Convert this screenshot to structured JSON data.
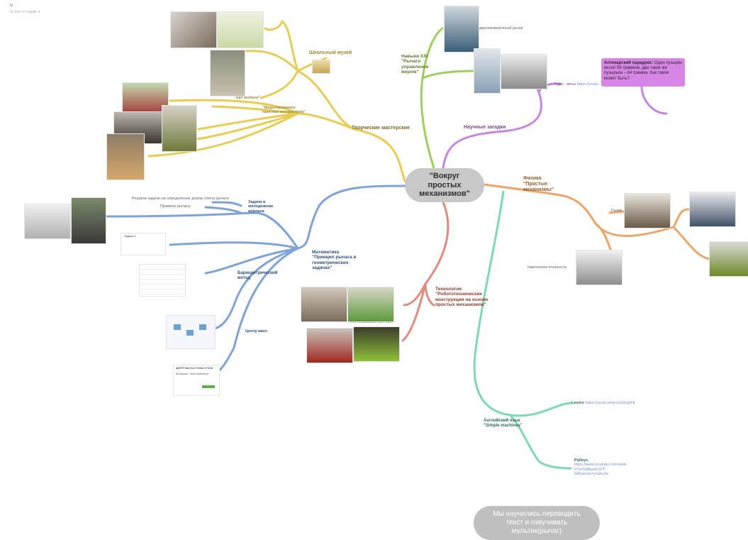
{
  "corner": {
    "line1": "Iv",
    "line2": "Iiv live or toggle it"
  },
  "center": {
    "line1": "\"Вокруг",
    "line2": "простых",
    "line3": "механизмов\""
  },
  "bottom_bubble": {
    "line1": "Мы научились переводить",
    "line2": "текст и озвучивать",
    "line3": "мультик(рычаг)"
  },
  "branches": {
    "creative": "Творческие мастерские",
    "museum": "Школьный музей",
    "art_mobile": "\"Арт мобиле\"",
    "modeling": {
      "line1": "\"Моделирование",
      "line2": "простых механизмов\""
    },
    "skills": {
      "line1": "Навыки XXI",
      "line2": "\"Рычаги",
      "line3": "управления",
      "line4": "миром\""
    },
    "double_lever": "двухпроверочный рычаг",
    "science_riddles": "Научные загадки",
    "wonder_scales": {
      "label": "Чудо - весы",
      "url": "https://youtu..."
    },
    "physics": {
      "line1": "Физика",
      "line2": "\"Простые",
      "line3": "механизмы\""
    },
    "lever": "Рычаг",
    "incline": "Наклонная плоскость",
    "math": {
      "line1": "Математика",
      "line2": "\"Принцип рычага в",
      "line3": "геометрических",
      "line4": "задачах\""
    },
    "tasks": {
      "line1": "Задачи в",
      "line2": "молодежном",
      "line3": "журнале"
    },
    "task_solve": "Решаем задачи на определение длины плеча рычага",
    "golden_rule": "Правило рычага",
    "barycentric": {
      "line1": "Барицентрический",
      "line2": "метод"
    },
    "mass_center": "Центр масс",
    "technology": {
      "line1": "Технология",
      "line2": "\"Робототехнические",
      "line3": "конструкции на основе",
      "line4": "простых механизмов\""
    },
    "using_lever": "Использование рычага",
    "english": {
      "line1": "Английский язык",
      "line2": "\"Simple machines\""
    },
    "levers": {
      "label": "Levers",
      "url": "https://youtu.be/g-y1b0xq0Hj"
    },
    "pulleys": {
      "label": "Pulleys",
      "url1": "https://www.youtube.com/watc",
      "url2": "h?v=1b8bphCIVT-",
      "url3": "6&feature=youtu.be"
    },
    "thumb_title": "Задача 1",
    "mass_center_doc": "ЦЕНТР МАССЫ ТОНКА УГОЛА",
    "mass_center_sub": "Вычислим - попе изменения"
  },
  "callout": {
    "bold": "Аптекарский парадокс:",
    "text": "Один пузырёк весил 56 граммов, два таких же пузырька – 64 грамма. Как такое может быть?"
  },
  "colors": {
    "creative": "#e6cc55",
    "skills": "#9ccf5c",
    "science": "#c685df",
    "physics": "#eba56b",
    "math": "#7fa3d9",
    "technology": "#e18a7d",
    "english": "#7ed8b8",
    "center_fill": "#c8c8c8",
    "callout_fill": "#d786e6"
  }
}
